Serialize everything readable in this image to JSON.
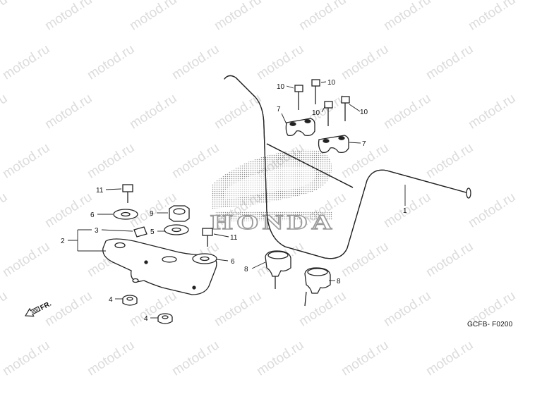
{
  "watermark": "motod.ru",
  "brand_text": "HONDA",
  "diagram_code": "GCFB- F0200",
  "direction_label": "FR.",
  "callouts": {
    "handlebar": "1",
    "handlebar_holder_set": "2",
    "bolt_stopper": "3",
    "rubber_bushing_lower": "4",
    "washer_5": "5",
    "washer_6": "6",
    "handlebar_upper_holder": "7",
    "lower_holder": "8",
    "nut": "9",
    "bolt_10": "10",
    "bolt_11": "11"
  }
}
